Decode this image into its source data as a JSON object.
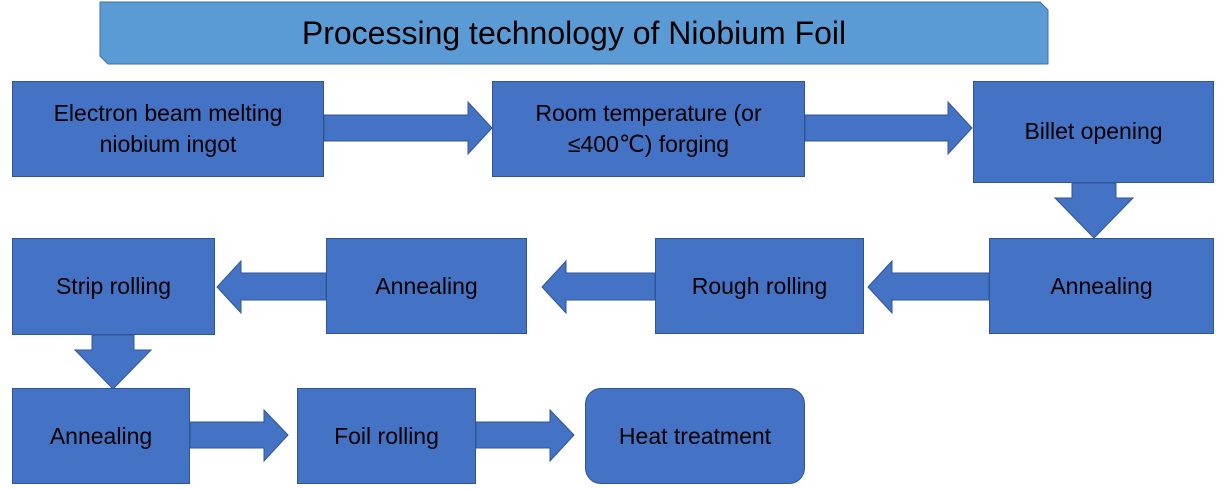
{
  "title": "Processing technology of Niobium Foil",
  "colors": {
    "title_fill": "#5b9bd5",
    "title_stroke": "#41719c",
    "step_fill": "#4472c4",
    "step_stroke": "#2f5597"
  },
  "steps": [
    {
      "id": "electron-beam-melting",
      "label": "Electron beam melting niobium ingot",
      "shape": "rectangle"
    },
    {
      "id": "forging",
      "label": "Room temperature (or ≤400℃) forging",
      "shape": "rectangle"
    },
    {
      "id": "billet-opening",
      "label": "Billet opening",
      "shape": "rectangle"
    },
    {
      "id": "annealing-1",
      "label": "Annealing",
      "shape": "rectangle"
    },
    {
      "id": "rough-rolling",
      "label": "Rough rolling",
      "shape": "rectangle"
    },
    {
      "id": "annealing-2",
      "label": "Annealing",
      "shape": "rectangle"
    },
    {
      "id": "strip-rolling",
      "label": "Strip rolling",
      "shape": "rectangle"
    },
    {
      "id": "annealing-3",
      "label": "Annealing",
      "shape": "rectangle"
    },
    {
      "id": "foil-rolling",
      "label": "Foil rolling",
      "shape": "rectangle"
    },
    {
      "id": "heat-treatment",
      "label": "Heat treatment",
      "shape": "rounded-rectangle"
    }
  ],
  "flow": [
    [
      "electron-beam-melting",
      "forging"
    ],
    [
      "forging",
      "billet-opening"
    ],
    [
      "billet-opening",
      "annealing-1"
    ],
    [
      "annealing-1",
      "rough-rolling"
    ],
    [
      "rough-rolling",
      "annealing-2"
    ],
    [
      "annealing-2",
      "strip-rolling"
    ],
    [
      "strip-rolling",
      "annealing-3"
    ],
    [
      "annealing-3",
      "foil-rolling"
    ],
    [
      "foil-rolling",
      "heat-treatment"
    ]
  ]
}
